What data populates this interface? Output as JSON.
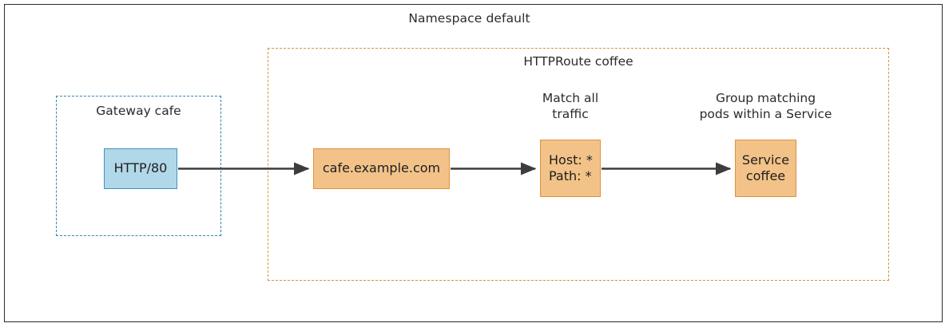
{
  "diagram": {
    "namespace": {
      "label": "Namespace default",
      "border_color": "#2b2b2b"
    },
    "gateway": {
      "label": "Gateway cafe",
      "border_color": "#2e86b5",
      "listener": {
        "label": "HTTP/80",
        "fill": "#b1d8e9",
        "stroke": "#3f93bd"
      }
    },
    "httproute": {
      "label": "HTTPRoute coffee",
      "border_color": "#e0913c",
      "hostname": {
        "label": "cafe.example.com",
        "fill": "#f2c289",
        "stroke": "#e0913c"
      },
      "match": {
        "caption": "Match all\ntraffic",
        "label": "Host: *\nPath: *",
        "fill": "#f2c289",
        "stroke": "#e0913c"
      },
      "backend": {
        "caption": "Group matching\npods within a Service",
        "label": "Service\ncoffee",
        "fill": "#f2c289",
        "stroke": "#e0913c"
      }
    },
    "arrows": [
      {
        "name": "listener-to-hostname",
        "from": "HTTP/80",
        "to": "cafe.example.com"
      },
      {
        "name": "hostname-to-match",
        "from": "cafe.example.com",
        "to": "Host: * / Path: *"
      },
      {
        "name": "match-to-backend",
        "from": "Host: * / Path: *",
        "to": "Service coffee"
      }
    ]
  }
}
